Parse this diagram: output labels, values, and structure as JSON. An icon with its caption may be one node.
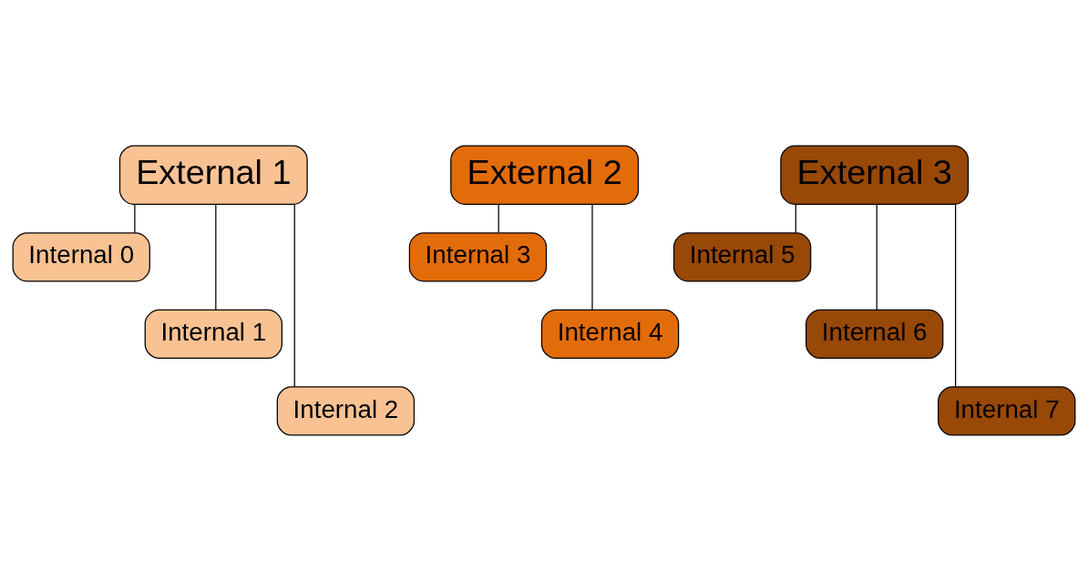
{
  "diagram": {
    "nodes": [
      {
        "text": [
          "External 1"
        ]
      },
      {
        "text": [
          "Internal 0"
        ]
      },
      {
        "text": [
          "Internal 1"
        ]
      },
      {
        "text": [
          "Internal 2"
        ]
      },
      {
        "text": [
          "External 2"
        ]
      },
      {
        "text": [
          "Internal 3"
        ]
      },
      {
        "text": [
          "Internal 4"
        ]
      },
      {
        "text": [
          "External 3"
        ]
      },
      {
        "text": [
          "Internal 5"
        ]
      },
      {
        "text": [
          "Internal 6"
        ]
      },
      {
        "text": [
          "Internal 7"
        ]
      }
    ],
    "edges": [
      {
        "from": 0,
        "to": 1,
        "arrow": "none"
      },
      {
        "from": 0,
        "to": 2,
        "arrow": "none"
      },
      {
        "from": 0,
        "to": 3,
        "arrow": "none"
      },
      {
        "from": 4,
        "to": 5,
        "arrow": "none"
      },
      {
        "from": 4,
        "to": 6,
        "arrow": "none"
      },
      {
        "from": 7,
        "to": 8,
        "arrow": "none"
      },
      {
        "from": 7,
        "to": 9,
        "arrow": "none"
      },
      {
        "from": 7,
        "to": 10,
        "arrow": "none"
      }
    ]
  }
}
